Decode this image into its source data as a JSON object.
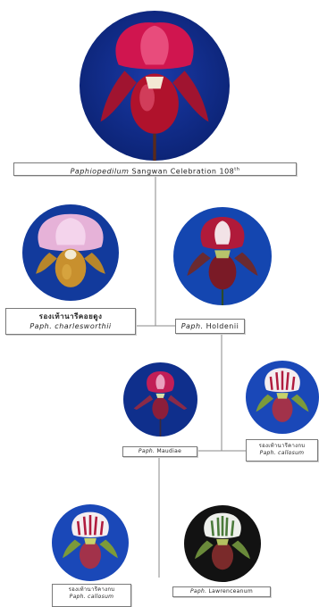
{
  "nodes": {
    "root": {
      "genus_italic": "Paphiopedilum",
      "name": "Sangwan Celebration 108",
      "superscript": "th"
    },
    "parent_left": {
      "line1": "รองเท้านารีคอยดูง",
      "line2": "Paph. charlesworthii"
    },
    "parent_right": {
      "genus_italic": "Paph.",
      "name": "Holdenii"
    },
    "gp_left": {
      "genus_italic": "Paph.",
      "name": "Maudiae"
    },
    "gp_right": {
      "line1": "รองเท้านารีคางกบ",
      "line2": "Paph. callosum"
    },
    "ggp_left": {
      "line1": "รองเท้านารีคางกบ",
      "line2": "Paph. callosum"
    },
    "ggp_right": {
      "genus_italic": "Paph.",
      "name": "Lawrenceanum"
    }
  },
  "colors": {
    "photo_background": "#0e2a8c",
    "dark_photo_background": "#121212",
    "connector": "#8a8a8a",
    "label_border": "#7a7a7a"
  }
}
